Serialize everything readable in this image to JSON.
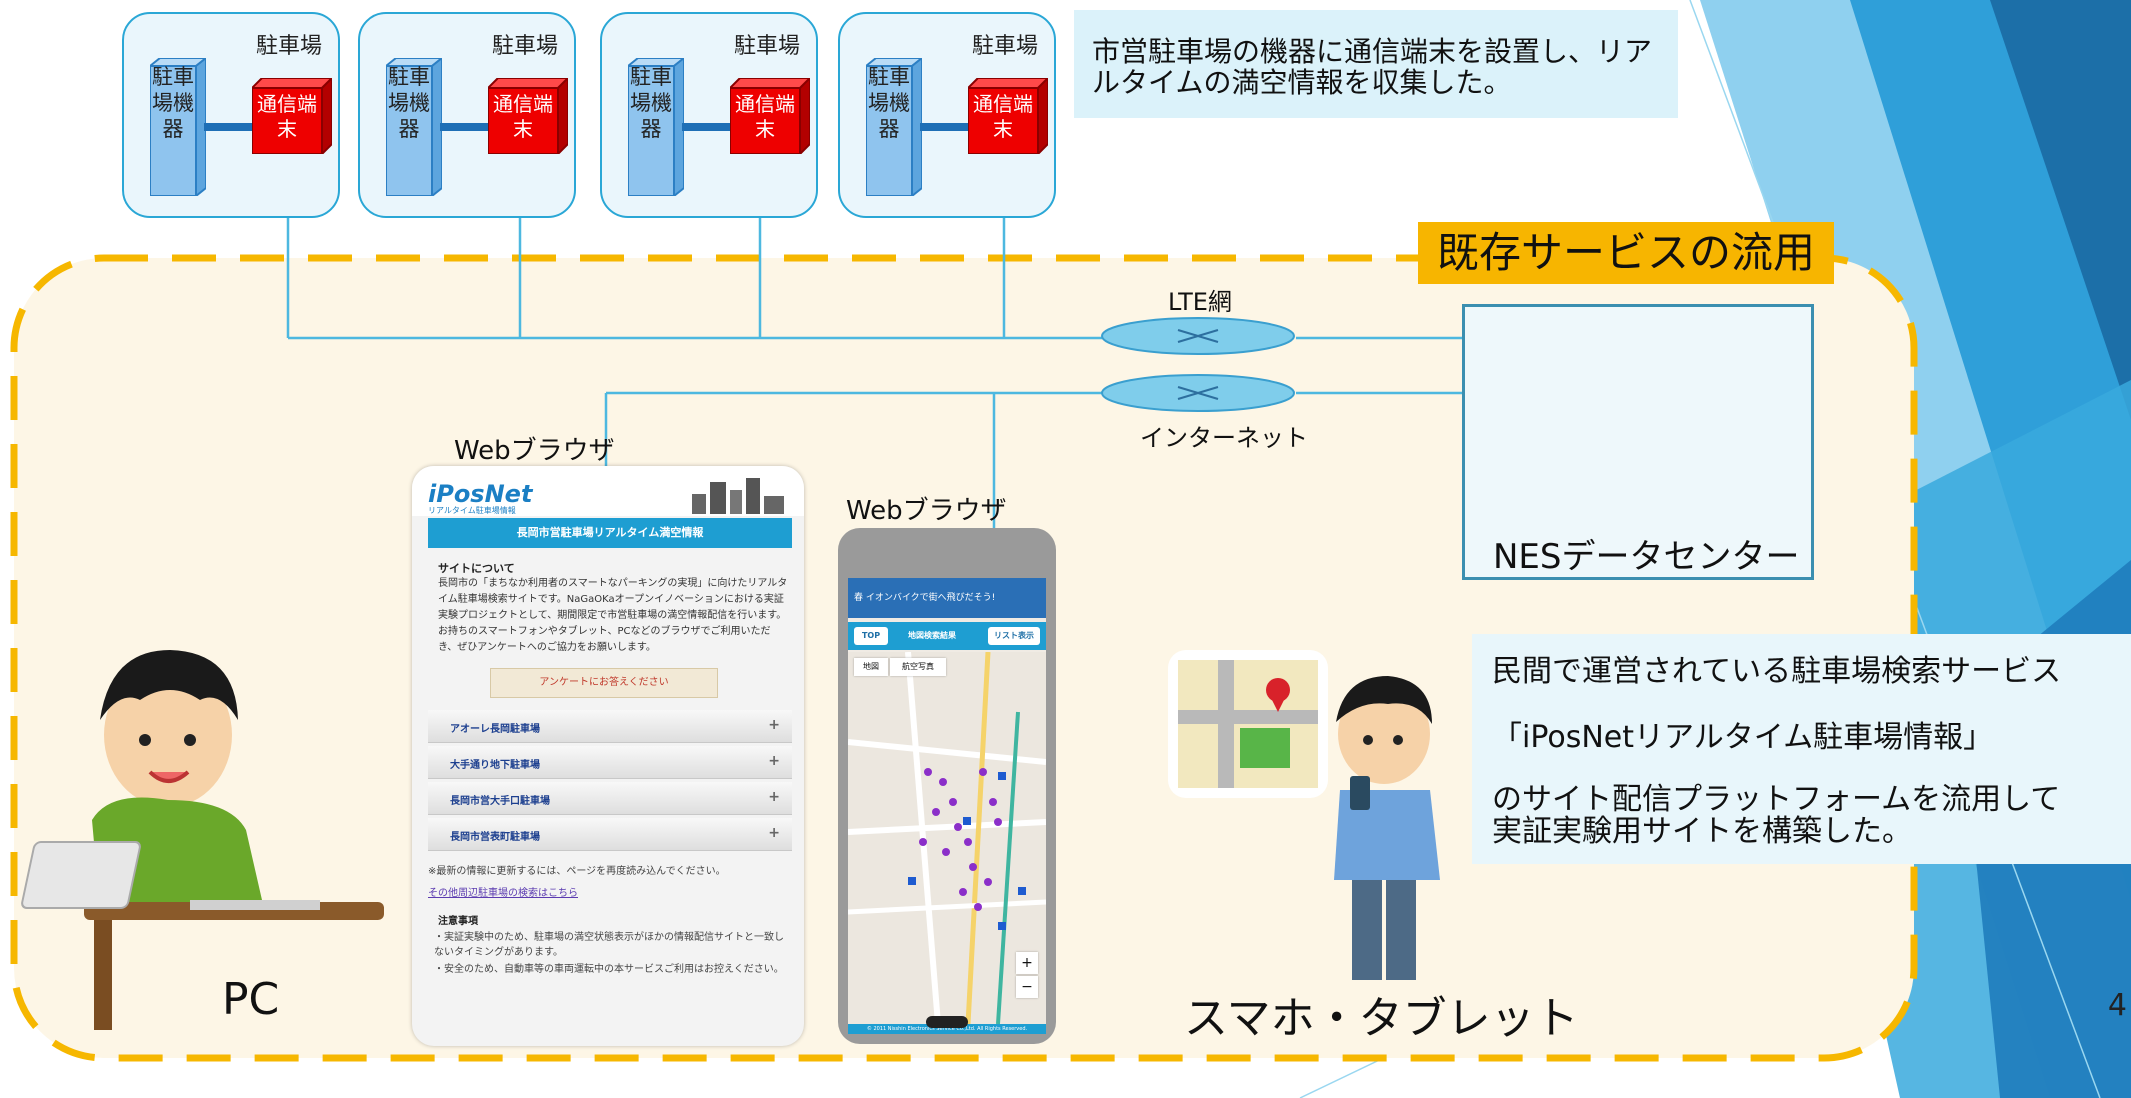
{
  "lots": [
    {
      "title": "駐車場",
      "machine": "駐車場機器",
      "terminal": "通信端末"
    },
    {
      "title": "駐車場",
      "machine": "駐車場機器",
      "terminal": "通信端末"
    },
    {
      "title": "駐車場",
      "machine": "駐車場機器",
      "terminal": "通信端末"
    },
    {
      "title": "駐車場",
      "machine": "駐車場機器",
      "terminal": "通信端末"
    }
  ],
  "note_top": "市営駐車場の機器に通信端末を設置し、リアルタイムの満空情報を収集した。",
  "banner": "既存サービスの流用",
  "network": {
    "lte": "LTE網",
    "internet": "インターネット"
  },
  "datacenter": "NESデータセンター",
  "browser_labels": [
    "Webブラウザ",
    "Webブラウザ"
  ],
  "devices": {
    "pc": "PC",
    "smartphone": "スマホ・タブレット"
  },
  "description": [
    "民間で運営されている駐車場検索サービス",
    "「iPosNetリアルタイム駐車場情報」",
    "のサイト配信プラットフォームを流用して",
    "実証実験用サイトを構築した。"
  ],
  "pc_site": {
    "logo": "iPosNet",
    "logo_sub": "リアルタイム駐車場情報",
    "header": "長岡市営駐車場リアルタイム満空情報",
    "about_title": "サイトについて",
    "about_text": "長岡市の「まちなか利用者のスマートなパーキングの実現」に向けたリアルタイム駐車場検索サイトです。NaGaOKaオープンイノベーションにおける実証実験プロジェクトとして、期間限定で市営駐車場の満空情報配信を行います。お持ちのスマートフォンやタブレット、PCなどのブラウザでご利用いただき、ぜひアンケートへのご協力をお願いします。",
    "survey_button": "アンケートにお答えください",
    "parking_items": [
      "アオーレ長岡駐車場",
      "大手通り地下駐車場",
      "長岡市営大手口駐車場",
      "長岡市営表町駐車場"
    ],
    "refresh_note": "※最新の情報に更新するには、ページを再度読み込んでください。",
    "other_link": "その他周辺駐車場の検索はこちら",
    "caution_title": "注意事項",
    "caution_1": "・実証実験中のため、駐車場の満空状態表示がほかの情報配信サイトと一致しないタイミングがあります。",
    "caution_2": "・安全のため、自動車等の車両運転中の本サービスご利用はお控えください。"
  },
  "phone_site": {
    "ad_text": "春 イオンバイクで街へ飛びだそう!",
    "top_button": "TOP",
    "title": "地図検索結果",
    "list_button": "リスト表示",
    "tab_map": "地図",
    "tab_aerial": "航空写真",
    "footer": "© 2011 Nisshin Electronics Service Co.,Ltd. All Rights Reserved."
  },
  "page_number": "4",
  "colors": {
    "dashed_border": "#f6b700",
    "banner": "#f7b500",
    "line": "#4db8e0",
    "terminal": "#ee0000",
    "machine": "#8fc4ee"
  }
}
